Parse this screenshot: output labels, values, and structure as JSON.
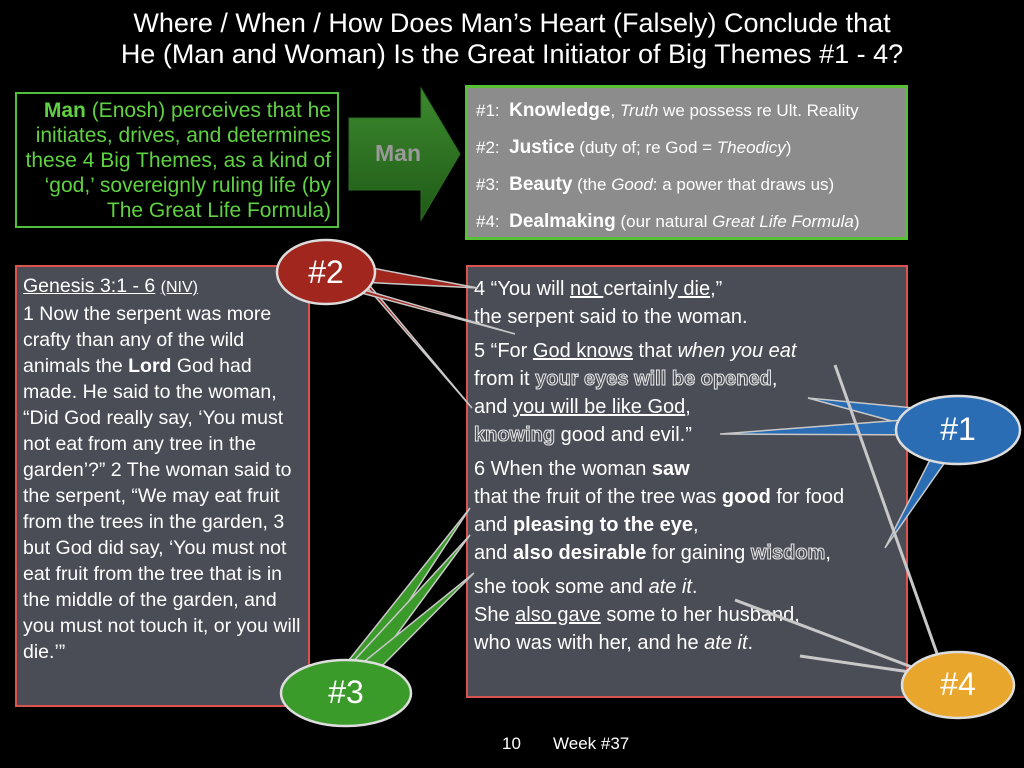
{
  "title": {
    "line1": "Where / When / How Does Man’s Heart (Falsely) Conclude that",
    "line2": "He (Man and Woman) Is the Great Initiator of Big Themes #1 - 4?"
  },
  "man_box": {
    "bold": "Man",
    "text": " (Enosh) perceives that he initiates, drives, and determines these 4 Big Themes, as a kind of ‘god,’ sovereignly ruling life (by The Great Life Formula)"
  },
  "arrow_label": "Man",
  "themes": [
    {
      "num": "#1:",
      "key": "Knowledge",
      "sep": ",",
      "em": "Truth",
      "rest": " we possess re Ult. Reality"
    },
    {
      "num": "#2:",
      "key": "Justice",
      "pre": " (duty of;  re God = ",
      "em": "Theodicy",
      "post": ")"
    },
    {
      "num": "#3:",
      "key": "Beauty",
      "pre": " (the ",
      "em": "Good",
      "post": ": a power that draws us)"
    },
    {
      "num": "#4:",
      "key": "Dealmaking",
      "pre": " (our natural ",
      "em": "Great Life Formula",
      "post": ")"
    }
  ],
  "genesis": {
    "ref": "Genesis 3:1 - 6",
    "version": "(NIV)",
    "text1": "1 Now the serpent was more crafty than any of the wild animals the ",
    "lord": "Lord",
    "text2": " God had made. He said to the woman, “Did God really say, ‘You must not eat from any tree in the garden’?” 2 The woman said to the serpent, “We may eat fruit from the trees in the garden, 3 but God did say, ‘You must not eat fruit from the tree that is in the middle of the garden, and you must not touch it, or you will die.’”"
  },
  "verses": {
    "v4_a": "4 “You will ",
    "v4_not": "not ",
    "v4_b": "certainly",
    "v4_die": " die",
    "v4_c": ",”",
    "v4_line2": "the serpent said to the woman.",
    "v5_a": "5 “For ",
    "v5_godknows": "God knows",
    "v5_b": " that ",
    "v5_em": "when you eat",
    "v5_c": "from it ",
    "v5_eyes": "your eyes will be opened",
    "v5_d": ",",
    "v5_e": "and ",
    "v5_likegod": "you will be like God",
    "v5_f": ",",
    "v5_knowing": "knowing",
    "v5_g": " good and evil.”",
    "v6_a": "6 When the woman ",
    "v6_saw": "saw",
    "v6_b": "that the fruit of the tree was ",
    "v6_good": "good",
    "v6_c": " for food",
    "v6_d": "and ",
    "v6_pleasing": "pleasing to the eye",
    "v6_e": ",",
    "v6_f": "and ",
    "v6_desirable": "also desirable",
    "v6_g": " for gaining ",
    "v6_wisdom": "wisdom",
    "v6_h": ",",
    "v7_a": "she took some and ",
    "v7_ate": "ate it",
    "v7_b": ".",
    "v7_c": "She ",
    "v7_alsogave": "also gave",
    "v7_d": " some to her husband,",
    "v7_e": "who was with her, and he ",
    "v7_ate2": "ate it",
    "v7_f": "."
  },
  "badges": {
    "b1": "#1",
    "b2": "#2",
    "b3": "#3",
    "b4": "#4"
  },
  "badge_colors": {
    "b1": "#2a6db5",
    "b2": "#a1261e",
    "b3": "#3a9a2a",
    "b4": "#e9a62c"
  },
  "footer": {
    "page": "10",
    "week": "Week #37"
  }
}
